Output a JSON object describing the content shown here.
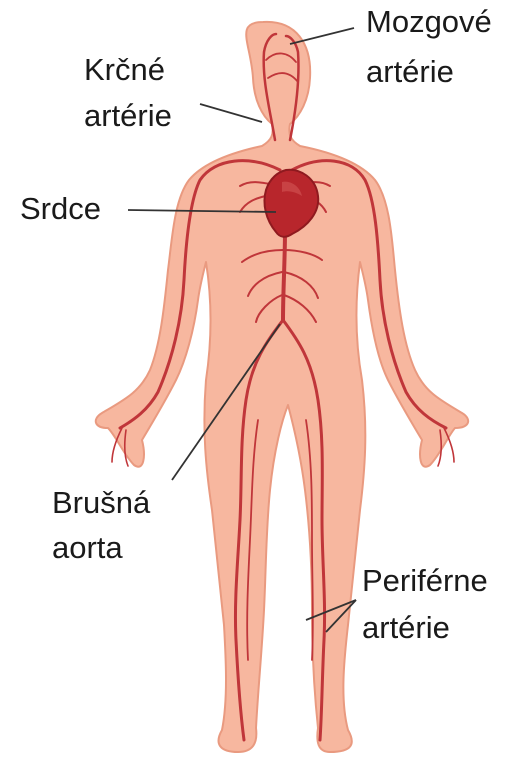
{
  "diagram": {
    "labels": {
      "brain_arteries": [
        "Mozgové",
        "artérie"
      ],
      "carotid_arteries": [
        "Krčné",
        "artérie"
      ],
      "heart": "Srdce",
      "abdominal_aorta": [
        "Brušná",
        "aorta"
      ],
      "peripheral_arteries": [
        "Periférne",
        "artérie"
      ]
    },
    "colors": {
      "skin": "#f7b79f",
      "skin_outline": "#e99a80",
      "artery": "#c0363a",
      "heart": "#b8262c",
      "leader_line": "#333333"
    }
  }
}
